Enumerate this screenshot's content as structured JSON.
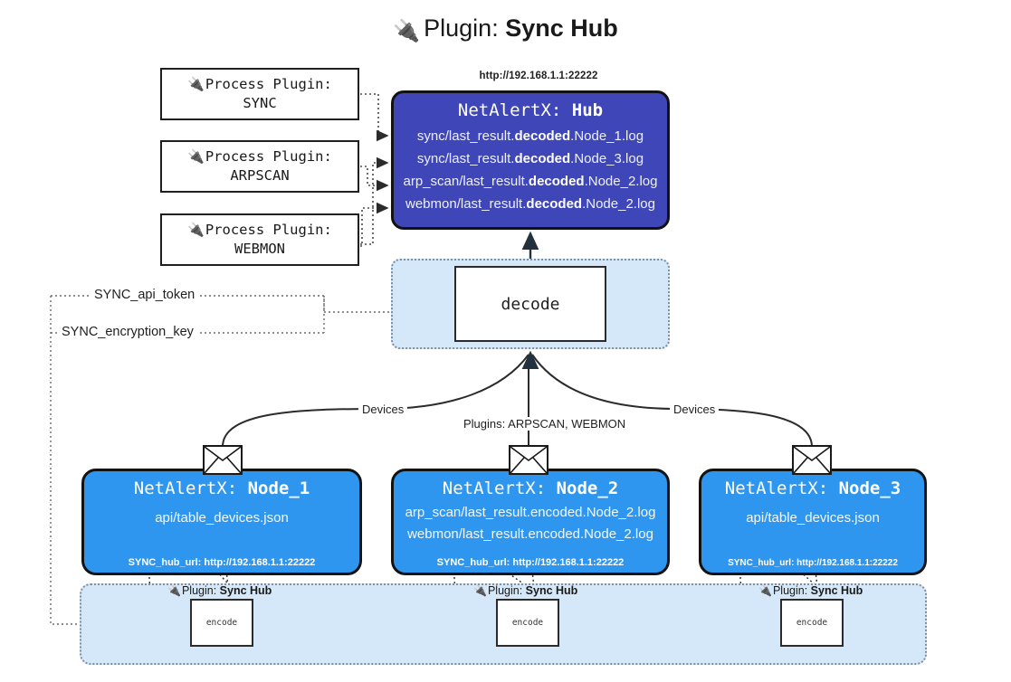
{
  "title": {
    "icon": "plug-icon",
    "prefix": "Plugin:",
    "name": "Sync Hub"
  },
  "process_plugins": [
    {
      "icon": "plug-icon",
      "label": "Process Plugin:",
      "name": "SYNC"
    },
    {
      "icon": "plug-icon",
      "label": "Process Plugin:",
      "name": "ARPSCAN"
    },
    {
      "icon": "plug-icon",
      "label": "Process Plugin:",
      "name": "WEBMON"
    }
  ],
  "hub": {
    "url": "http://192.168.1.1:22222",
    "title_prefix": "NetAlertX:",
    "title_name": "Hub",
    "lines": [
      {
        "pre": "sync/last_result.",
        "bold": "decoded",
        "post": ".Node_1.log"
      },
      {
        "pre": "sync/last_result.",
        "bold": "decoded",
        "post": ".Node_3.log"
      },
      {
        "pre": "arp_scan/last_result.",
        "bold": "decoded",
        "post": ".Node_2.log"
      },
      {
        "pre": "webmon/last_result.",
        "bold": "decoded",
        "post": ".Node_2.log"
      }
    ]
  },
  "decode": {
    "label": "decode"
  },
  "secrets": [
    {
      "label": "SYNC_api_token"
    },
    {
      "label": "SYNC_encryption_key"
    }
  ],
  "edge_labels": {
    "devices_left": "Devices",
    "devices_right": "Devices",
    "plugins_center": "Plugins: ARPSCAN, WEBMON"
  },
  "nodes": [
    {
      "title_prefix": "NetAlertX:",
      "title_name": "Node_1",
      "lines": [
        "api/table_devices.json"
      ],
      "footer": "SYNC_hub_url: http://192.168.1.1:22222",
      "icon": "envelope-icon"
    },
    {
      "title_prefix": "NetAlertX:",
      "title_name": "Node_2",
      "lines": [
        "arp_scan/last_result.encoded.Node_2.log",
        "webmon/last_result.encoded.Node_2.log"
      ],
      "footer": "SYNC_hub_url: http://192.168.1.1:22222",
      "icon": "envelope-icon"
    },
    {
      "title_prefix": "NetAlertX:",
      "title_name": "Node_3",
      "lines": [
        "api/table_devices.json"
      ],
      "footer": "SYNC_hub_url: http://192.168.1.1:22222",
      "icon": "envelope-icon"
    }
  ],
  "encoders": [
    {
      "caption_prefix": "Plugin:",
      "caption_name": "Sync Hub",
      "label": "encode",
      "icon": "plug-icon"
    },
    {
      "caption_prefix": "Plugin:",
      "caption_name": "Sync Hub",
      "label": "encode",
      "icon": "plug-icon"
    },
    {
      "caption_prefix": "Plugin:",
      "caption_name": "Sync Hub",
      "label": "encode",
      "icon": "plug-icon"
    }
  ],
  "colors": {
    "hub": "#3f47b8",
    "node": "#2f96ef",
    "zone": "#d4e8fa",
    "stroke": "#121212",
    "dotted": "#7d8fa0"
  }
}
